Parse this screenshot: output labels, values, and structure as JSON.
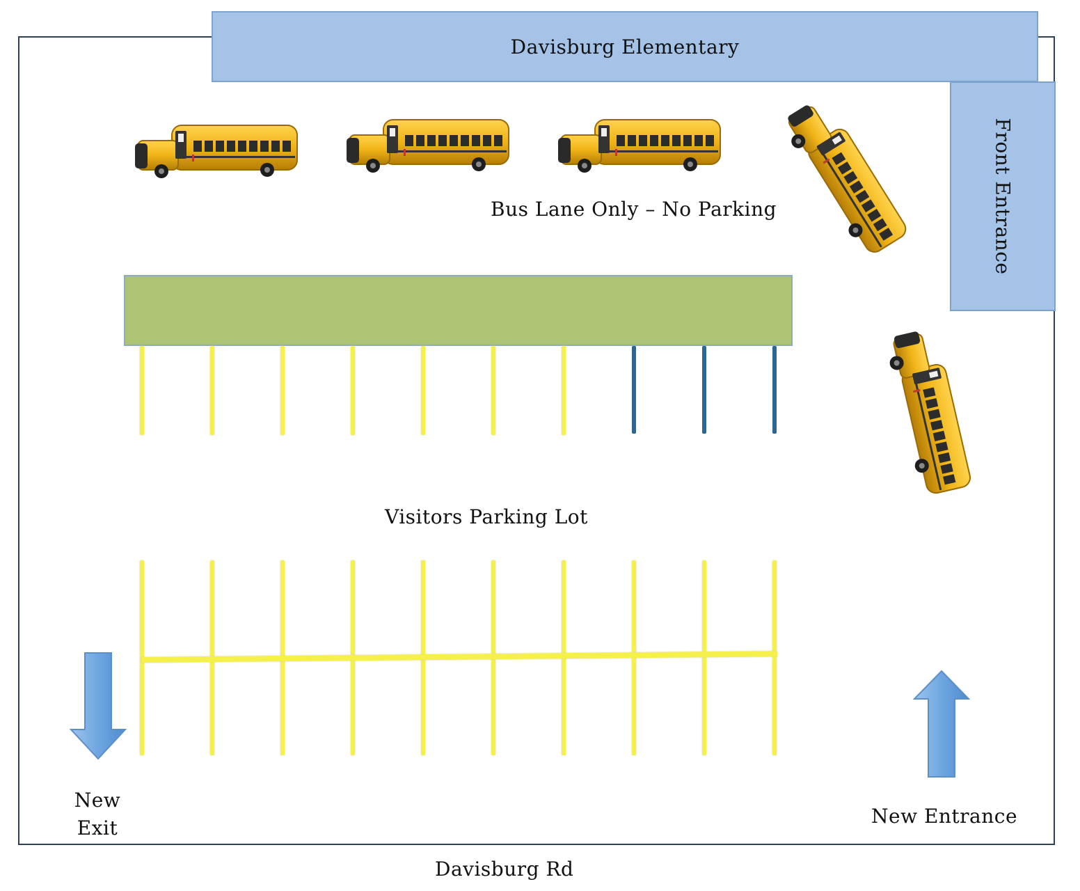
{
  "building": {
    "name": "Davisburg Elementary",
    "entrance_label": "Front Entrance"
  },
  "labels": {
    "bus_lane": "Bus Lane Only – No Parking",
    "visitors_lot": "Visitors Parking Lot",
    "new_exit_line1": "New",
    "new_exit_line2": "Exit",
    "new_entrance": "New Entrance",
    "road": "Davisburg Rd"
  },
  "colors": {
    "building": "#a4c3e7",
    "median": "#acc474",
    "stripe_yellow": "#f6f04a",
    "stripe_blue": "#2d6595",
    "bus": "#f0b417"
  },
  "icons": {
    "bus": "school-bus-icon",
    "exit": "arrow-down-icon",
    "entrance": "arrow-up-icon"
  }
}
